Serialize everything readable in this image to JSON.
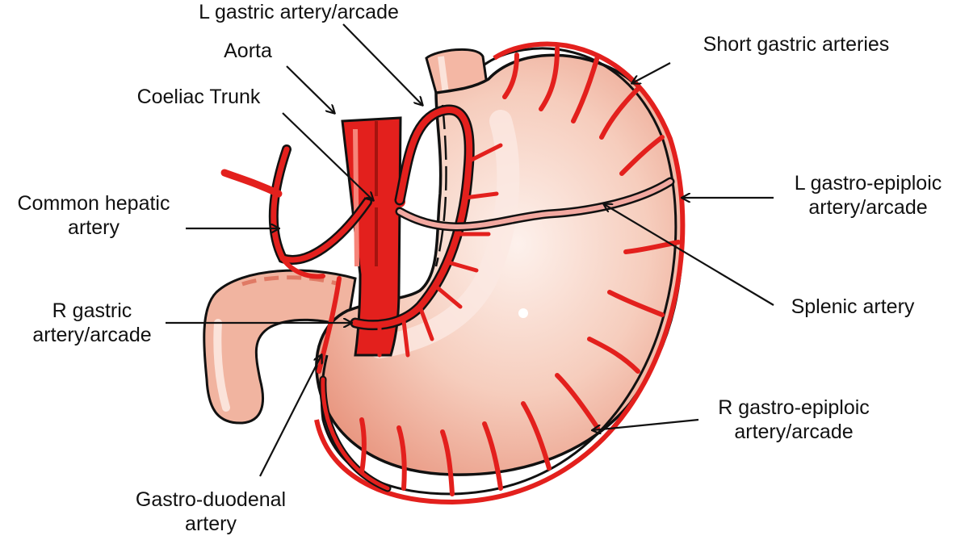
{
  "labels": {
    "l_gastric": "L gastric artery/arcade",
    "aorta": "Aorta",
    "coeliac": "Coeliac Trunk",
    "common_hepatic": [
      "Common hepatic",
      "artery"
    ],
    "r_gastric": [
      "R gastric",
      "artery/arcade"
    ],
    "gastroduodenal": [
      "Gastro-duodenal",
      "artery"
    ],
    "short_gastric": "Short gastric arteries",
    "l_gastroepiploic": [
      "L gastro-epiploic",
      "artery/arcade"
    ],
    "splenic": "Splenic artery",
    "r_gastroepiploic": [
      "R gastro-epiploic",
      "artery/arcade"
    ]
  },
  "colors": {
    "artery": "#e3201d",
    "artery_dark": "#a5140f",
    "stomach": "#f2c0ae",
    "stomach_light": "#fbe9e2",
    "outline": "#111111"
  }
}
